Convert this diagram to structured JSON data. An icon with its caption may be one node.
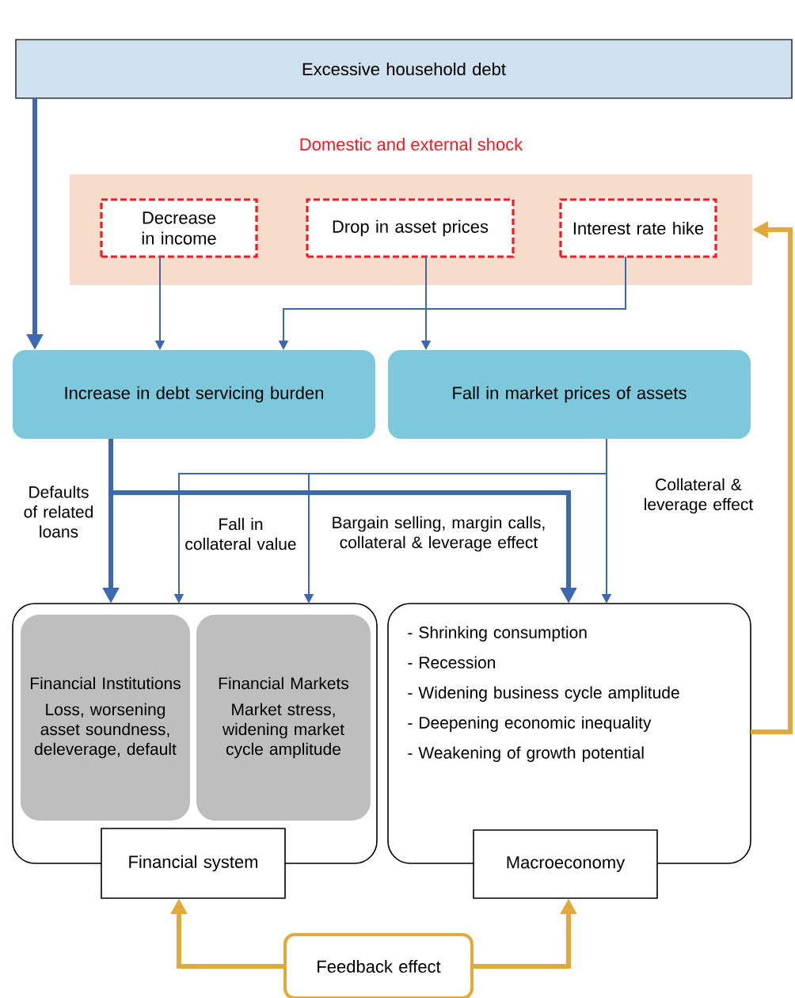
{
  "diagram": {
    "nodes": [
      {
        "text": [
          "Excessive household debt"
        ]
      },
      {
        "text": [
          "Domestic and external shock"
        ]
      },
      {
        "text": [
          "Decrease in income"
        ],
        "in": 1
      },
      {
        "text": [
          "Drop in asset prices"
        ],
        "in": 1
      },
      {
        "text": [
          "Interest rate hike"
        ],
        "in": 1
      },
      {
        "text": [
          "Increase in debt servicing burden"
        ]
      },
      {
        "text": [
          "Fall in market prices of assets"
        ]
      },
      {
        "text": [],
        "shape": "box"
      },
      {
        "text": [
          "Financial Institutions",
          "Loss, worsening asset soundness, deleverage, default"
        ],
        "in": 7
      },
      {
        "text": [
          "Financial Markets",
          "Market stress, widening market cycle amplitude"
        ],
        "in": 7
      },
      {
        "text": [
          "Financial system"
        ]
      },
      {
        "text": [
          "- Shrinking consumption",
          "- Recession",
          "- Widening business cycle amplitude",
          "- Deepening economic inequality",
          "- Weakening of growth potential"
        ]
      },
      {
        "text": [
          "Macroeconomy"
        ]
      },
      {
        "text": [
          "Feedback effect"
        ]
      }
    ],
    "edges": [
      {
        "from": 0,
        "to": 5,
        "arrow": "to",
        "style": "thick"
      },
      {
        "from": 2,
        "to": 5,
        "arrow": "to"
      },
      {
        "from": 3,
        "to": 6,
        "arrow": "to"
      },
      {
        "from": 4,
        "to": 5,
        "arrow": "to"
      },
      {
        "from": 5,
        "to": 8,
        "arrow": "to",
        "style": "thick",
        "label": "Defaults of related loans"
      },
      {
        "from": 5,
        "to": 11,
        "arrow": "to",
        "style": "thick"
      },
      {
        "from": 6,
        "to": 8,
        "arrow": "to",
        "label": "Fall in collateral value"
      },
      {
        "from": 6,
        "to": 9,
        "arrow": "to",
        "label": "Bargain selling, margin calls, collateral & leverage effect"
      },
      {
        "from": 6,
        "to": 11,
        "arrow": "to",
        "label": "Collateral & leverage effect"
      },
      {
        "from": 11,
        "to": 1,
        "arrow": "to",
        "style": "thick",
        "color": "#e2a93b"
      },
      {
        "from": 13,
        "to": 10,
        "arrow": "to",
        "style": "thick",
        "color": "#e2a93b"
      },
      {
        "from": 13,
        "to": 12,
        "arrow": "to",
        "style": "thick",
        "color": "#e2a93b"
      }
    ]
  }
}
